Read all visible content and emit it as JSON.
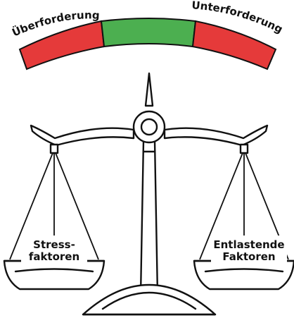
{
  "gauge": {
    "left_label": "Überforderung",
    "right_label": "Unterforderung",
    "colors": {
      "overload": "#e53a3a",
      "balanced": "#4caf50",
      "underload": "#e53a3a",
      "outline": "#111111"
    }
  },
  "scale": {
    "left_pan": {
      "line1": "Stress-",
      "line2": "faktoren"
    },
    "right_pan": {
      "line1": "Entlastende",
      "line2": "Faktoren"
    }
  }
}
